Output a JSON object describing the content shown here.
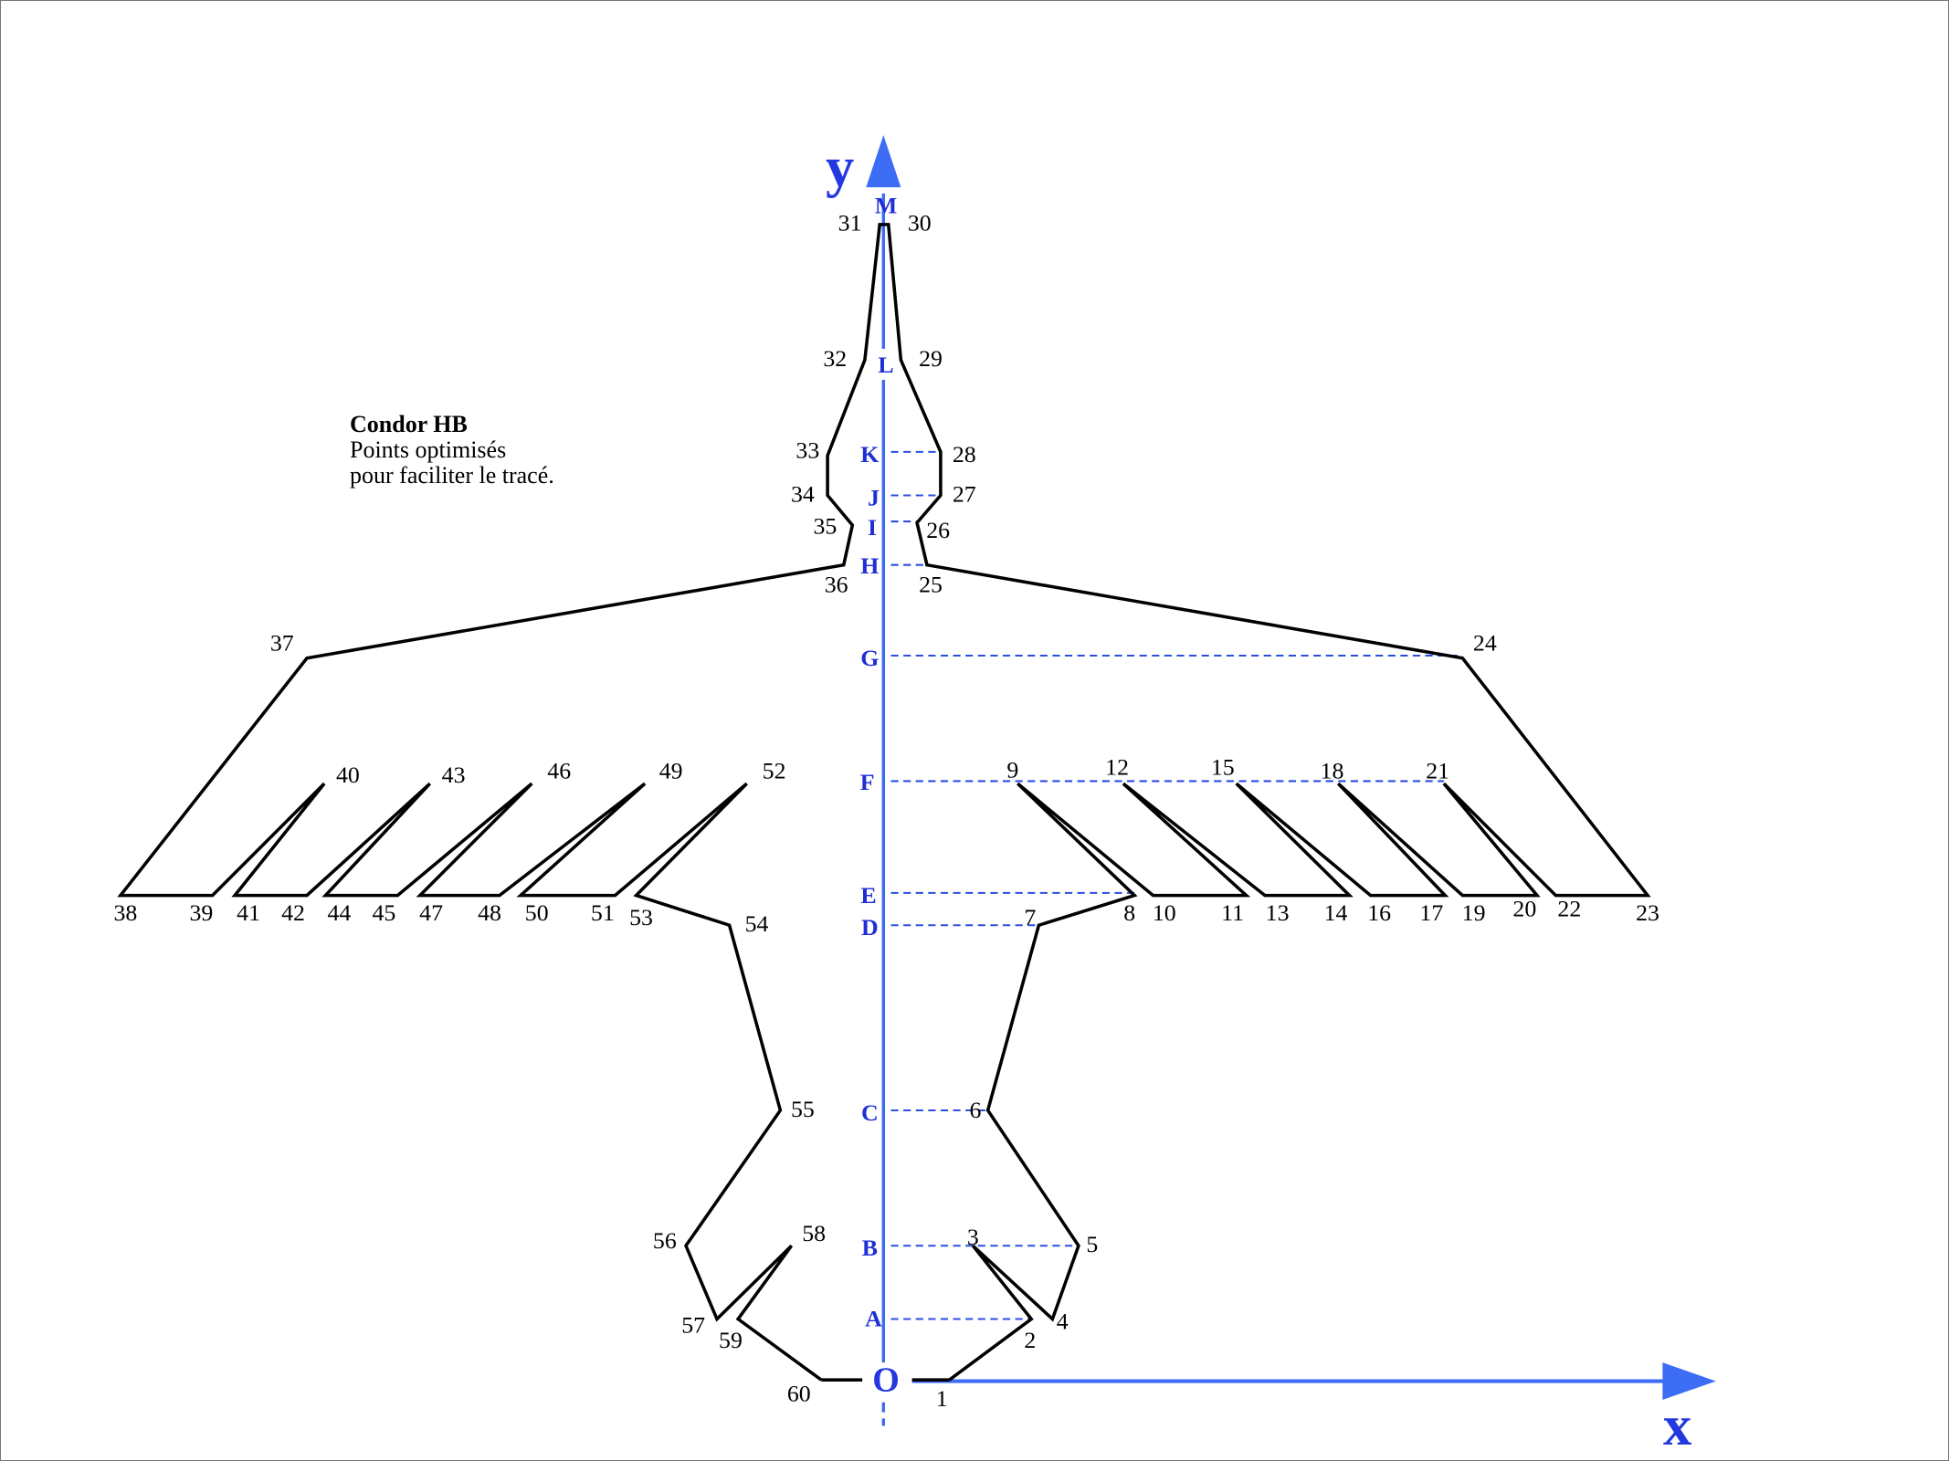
{
  "caption": {
    "title": "Condor HB",
    "line1": "Points optimisés",
    "line2": "pour faciliter le tracé."
  },
  "axes": {
    "x_label": "x",
    "y_label": "y",
    "origin_label": "O",
    "markers": [
      "A",
      "B",
      "C",
      "D",
      "E",
      "F",
      "G",
      "H",
      "I",
      "J",
      "K",
      "L",
      "M"
    ]
  },
  "points": [
    "1",
    "2",
    "3",
    "4",
    "5",
    "6",
    "7",
    "8",
    "9",
    "10",
    "11",
    "12",
    "13",
    "14",
    "15",
    "16",
    "17",
    "18",
    "19",
    "20",
    "21",
    "22",
    "23",
    "24",
    "25",
    "26",
    "27",
    "28",
    "29",
    "30",
    "31",
    "32",
    "33",
    "34",
    "35",
    "36",
    "37",
    "38",
    "39",
    "40",
    "41",
    "42",
    "43",
    "44",
    "45",
    "46",
    "47",
    "48",
    "49",
    "50",
    "51",
    "52",
    "53",
    "54",
    "55",
    "56",
    "57",
    "58",
    "59",
    "60"
  ],
  "colors": {
    "outline": "#000000",
    "axis": "#3d6cf5",
    "guide": "#2a4fe0",
    "axis_text": "#1f2fd6"
  }
}
